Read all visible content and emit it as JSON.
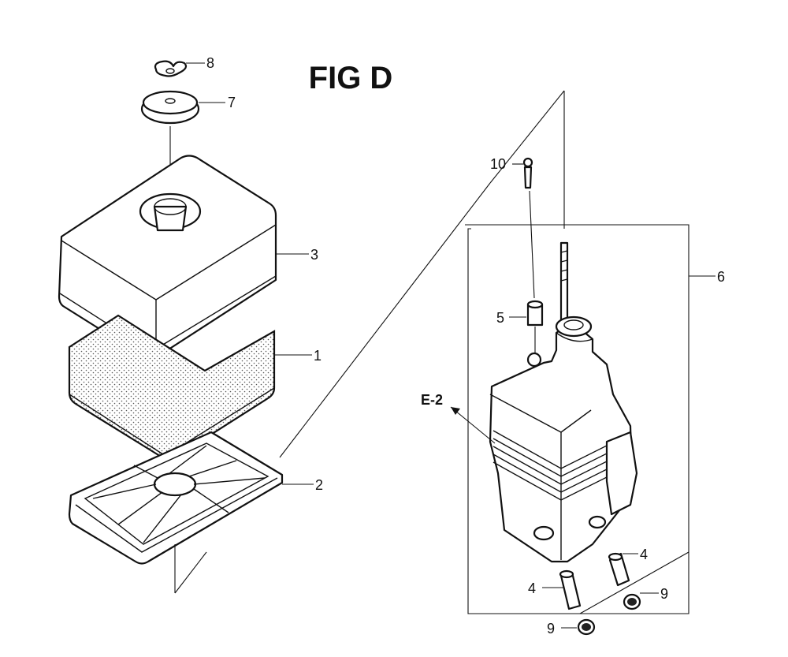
{
  "figure": {
    "title": "FIG D",
    "reference_label": "E-2"
  },
  "callouts": {
    "c1": "1",
    "c2": "2",
    "c3": "3",
    "c4a": "4",
    "c4b": "4",
    "c5": "5",
    "c6": "6",
    "c7": "7",
    "c8": "8",
    "c9a": "9",
    "c9b": "9",
    "c10": "10"
  }
}
